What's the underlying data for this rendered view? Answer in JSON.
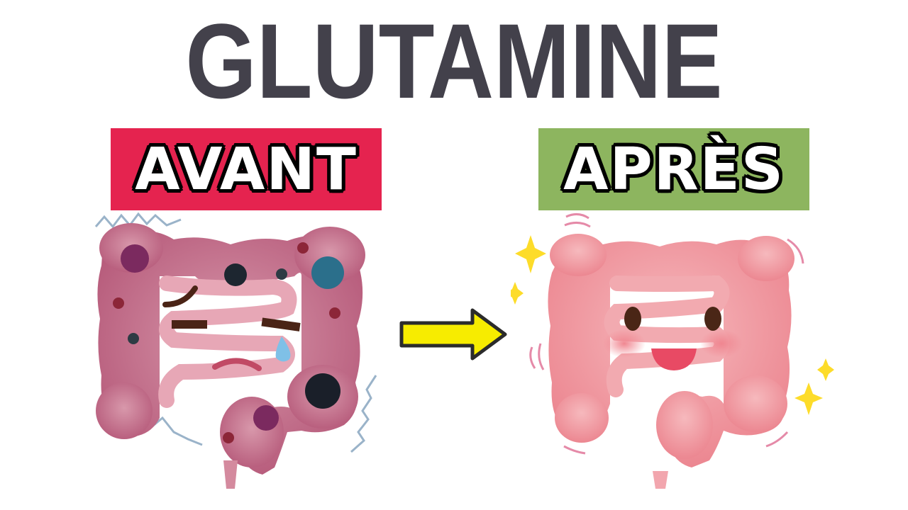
{
  "title": "GLUTAMINE",
  "before": {
    "label": "AVANT",
    "color": "#e5234f",
    "illustration": "sad-intestine-with-bacteria"
  },
  "after": {
    "label": "APRÈS",
    "color": "#8db55f",
    "illustration": "happy-healthy-intestine"
  },
  "arrow": {
    "color": "#f7ec00",
    "direction": "right"
  },
  "colors": {
    "title": "#43414b",
    "background": "#ffffff"
  }
}
